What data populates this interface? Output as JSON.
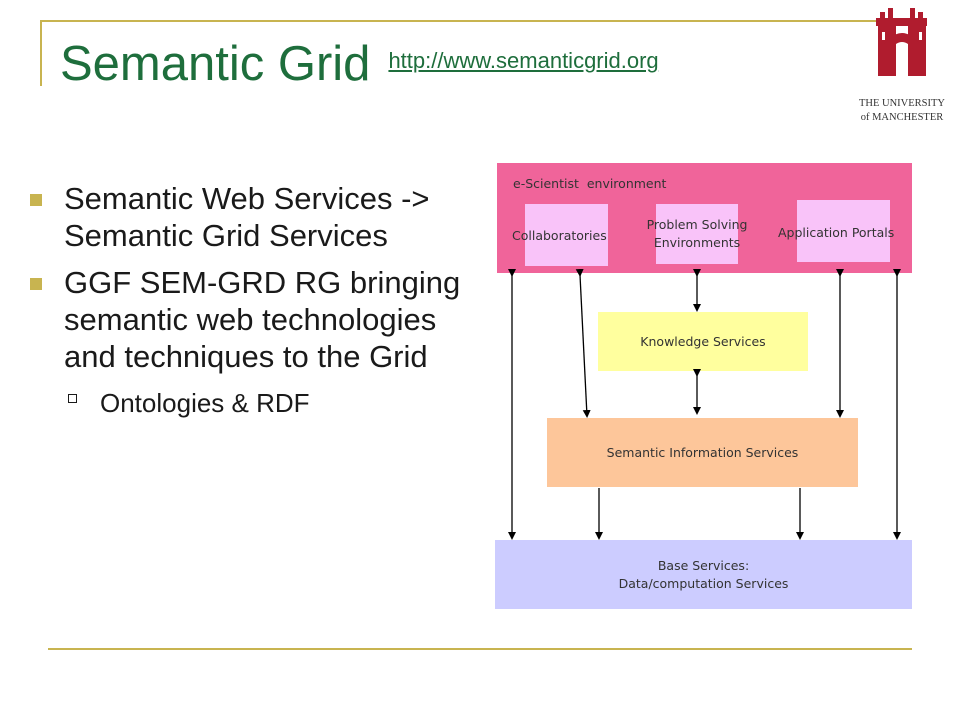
{
  "slide": {
    "title": "Semantic Grid",
    "title_link": "http://www.semanticgrid.org",
    "logo_text_line1": "THE UNIVERSITY",
    "logo_text_line2": "of MANCHESTER"
  },
  "bullets": [
    {
      "text": "Semantic Web Services -> Semantic Grid Services"
    },
    {
      "text": "GGF SEM-GRD RG bringing semantic web technologies and techniques to the Grid"
    }
  ],
  "sub_bullets": [
    {
      "text": "Ontologies & RDF"
    }
  ],
  "diagram": {
    "escientist_label": "e-Scientist  environment",
    "collaboratories": "Collaboratories",
    "pse_line1": "Problem Solving",
    "pse_line2": "Environments",
    "portals": "Application Portals",
    "knowledge": "Knowledge Services",
    "semantic_info": "Semantic Information Services",
    "base_line1": "Base Services:",
    "base_line2": "Data/computation Services"
  },
  "colors": {
    "accent": "#c8b450",
    "title_green": "#1e6e3c",
    "escientist_bg": "#f0649a",
    "inner_box_bg": "#f9c3f9",
    "knowledge_bg": "#ffff9e",
    "semantic_bg": "#fdc69a",
    "base_bg": "#ccccff",
    "logo_red": "#b01c2e"
  }
}
